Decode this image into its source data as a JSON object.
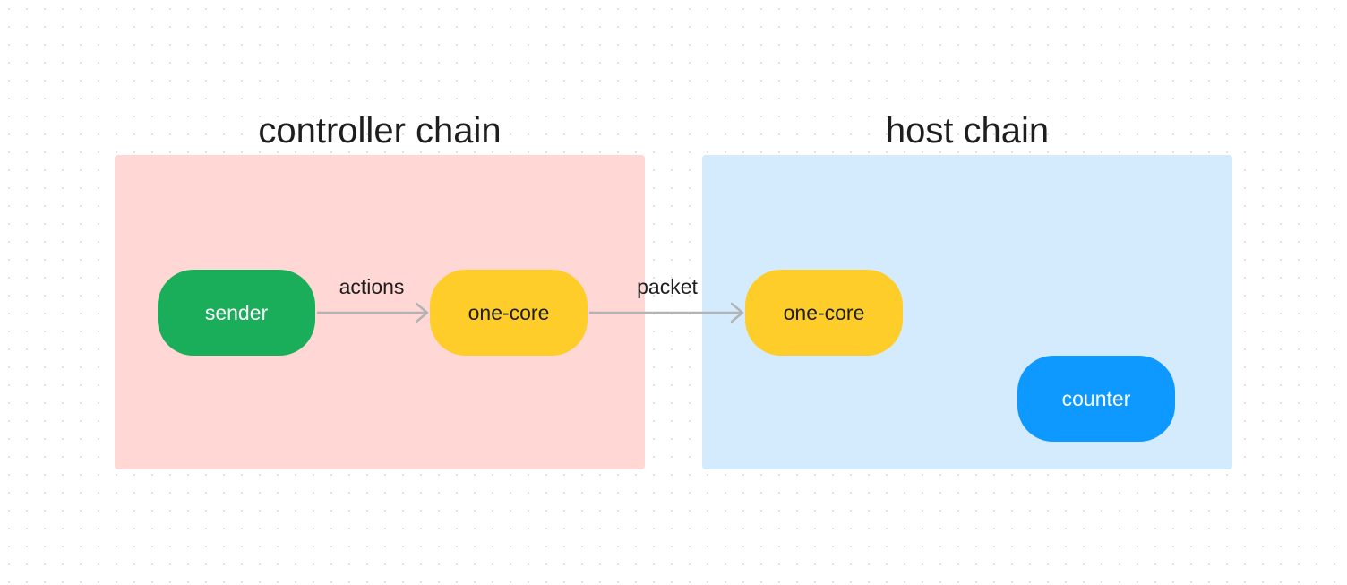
{
  "groups": {
    "controller": {
      "title": "controller chain",
      "fill": "#ffd8d6"
    },
    "host": {
      "title": "host chain",
      "fill": "#d3ebfd"
    }
  },
  "nodes": {
    "sender": {
      "label": "sender",
      "fill": "#1aae5b",
      "text_color": "#ffffff"
    },
    "controller_core": {
      "label": "one-core",
      "fill": "#ffcd29",
      "text_color": "#1e1e1e"
    },
    "host_core": {
      "label": "one-core",
      "fill": "#ffcd29",
      "text_color": "#1e1e1e"
    },
    "counter": {
      "label": "counter",
      "fill": "#0d99ff",
      "text_color": "#ffffff"
    }
  },
  "edges": {
    "actions": {
      "label": "actions",
      "from": "sender",
      "to": "controller_core"
    },
    "packet": {
      "label": "packet",
      "from": "controller_core",
      "to": "host_core"
    }
  },
  "colors": {
    "edge_stroke": "#b3b3b3",
    "text": "#1e1e1e"
  }
}
